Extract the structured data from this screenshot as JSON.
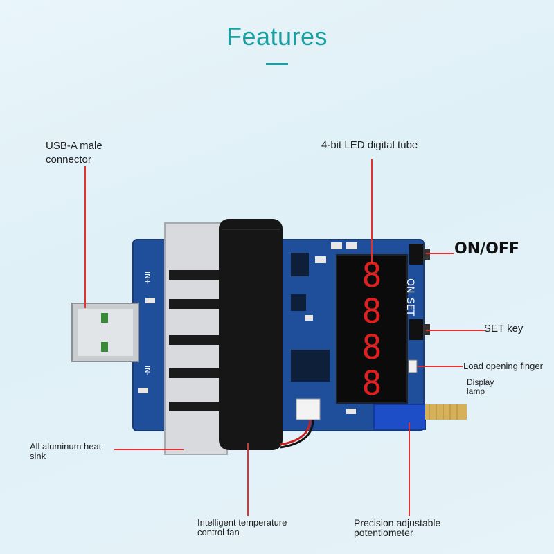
{
  "header": {
    "title": "Features"
  },
  "labels": {
    "usb_line1": "USB-A male",
    "usb_line2": "connector",
    "led": "4-bit LED digital tube",
    "onoff": "ON/OFF",
    "set_key": "SET key",
    "load_finger": "Load opening finger",
    "display_lamp_1": "Display",
    "display_lamp_2": "lamp",
    "heatsink_1": "All aluminum heat",
    "heatsink_2": "sink",
    "fan_1": "Intelligent temperature",
    "fan_2": "control fan",
    "pot_1": "Precision adjustable",
    "pot_2": "potentiometer"
  },
  "silkscreen": {
    "on": "ON",
    "set": "SET",
    "in_plus": "IN+",
    "in_minus": "IN-"
  },
  "display": {
    "digits": [
      "8",
      "8",
      "8",
      "8"
    ]
  },
  "colors": {
    "accent": "#1aa0a0",
    "pcb": "#1f4f9a",
    "callout": "#e03030",
    "led_red": "#e02020"
  }
}
